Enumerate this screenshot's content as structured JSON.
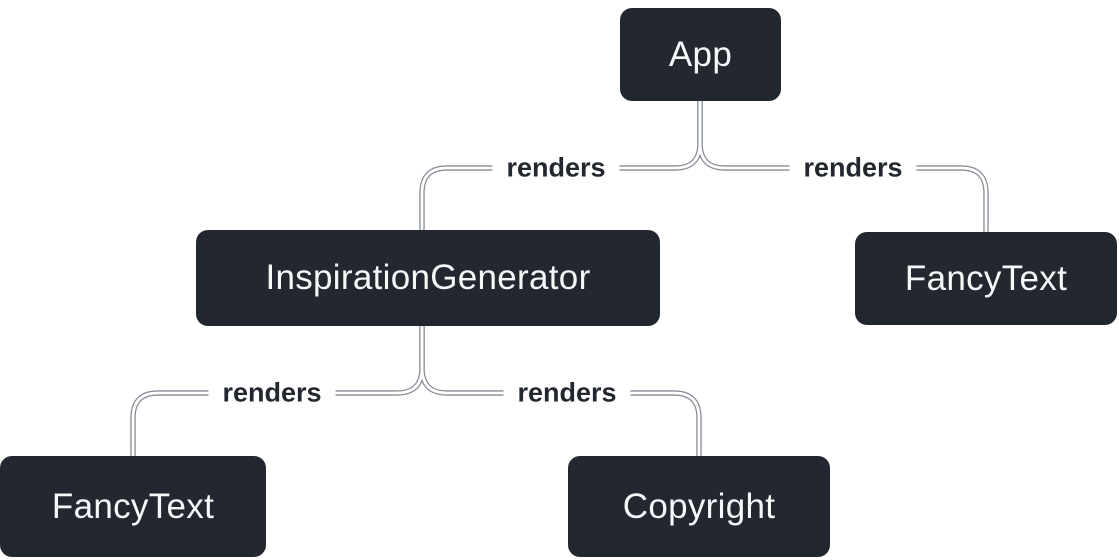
{
  "diagram": {
    "type": "tree",
    "nodes": [
      {
        "id": "app",
        "label": "App"
      },
      {
        "id": "inspiration-generator",
        "label": "InspirationGenerator"
      },
      {
        "id": "fancy-text-top",
        "label": "FancyText"
      },
      {
        "id": "fancy-text-bottom",
        "label": "FancyText"
      },
      {
        "id": "copyright",
        "label": "Copyright"
      }
    ],
    "edges": [
      {
        "from": "App",
        "to": "InspirationGenerator",
        "label": "renders"
      },
      {
        "from": "App",
        "to": "FancyText",
        "label": "renders"
      },
      {
        "from": "InspirationGenerator",
        "to": "FancyText",
        "label": "renders"
      },
      {
        "from": "InspirationGenerator",
        "to": "Copyright",
        "label": "renders"
      }
    ],
    "colors": {
      "background": "#ffffff",
      "node_fill": "#23272f",
      "node_text": "#f6f7f9",
      "edge_label_text": "#23272f",
      "edge_line_core": "#ffffff",
      "edge_line_outline": "#878c95"
    }
  }
}
